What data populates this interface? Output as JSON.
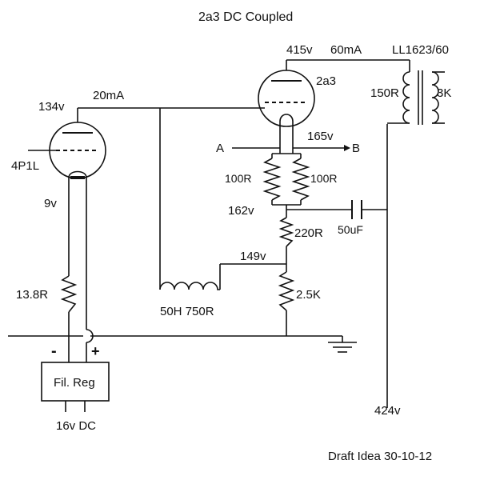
{
  "diagram": {
    "title": "2a3 DC Coupled",
    "footer": "Draft Idea 30-10-12"
  },
  "labels": {
    "v415": "415v",
    "ma60": "60mA",
    "transformer": "LL1623/60",
    "tube_2a3": "2a3",
    "r150": "150R",
    "k3": "3K",
    "v134": "134v",
    "ma20": "20mA",
    "v165": "165v",
    "node_a": "A",
    "node_b": "B",
    "tube_4p1l": "4P1L",
    "r100_left": "100R",
    "r100_right": "100R",
    "v9": "9v",
    "v162": "162v",
    "cap": "50uF",
    "r220": "220R",
    "v149": "149v",
    "r13_8": "13.8R",
    "choke": "50H 750R",
    "r2_5k": "2.5K",
    "minus": "-",
    "plus": "+",
    "reg": "Fil. Reg",
    "v424": "424v",
    "supply": "16v DC"
  }
}
